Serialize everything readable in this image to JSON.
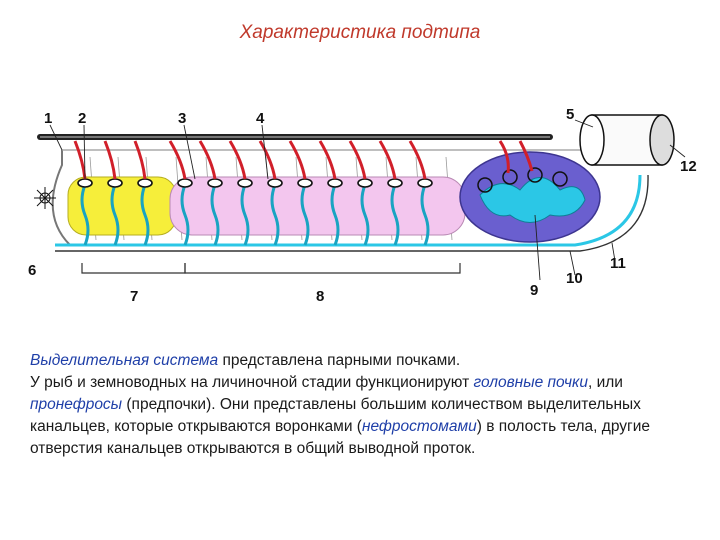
{
  "title": "Характеристика подтипа",
  "figure": {
    "labels": [
      "1",
      "2",
      "3",
      "4",
      "5",
      "6",
      "7",
      "8",
      "9",
      "10",
      "11",
      "12"
    ]
  },
  "text": {
    "p1_link": "Выделительная система",
    "p1_rest": " представлена парными почками.",
    "p2_a": "У рыб и земноводных на личиночной стадии функционируют ",
    "p2_link1": "головные почки",
    "p2_b": ", или ",
    "p2_link2": "пронефросы",
    "p2_c": " (предпочки). Они представлены большим количеством выделительных канальцев, которые открываются воронками (",
    "p2_link3": "нефростомами",
    "p2_d": ") в полость тела, другие отверстия канальцев открываются в общий выводной проток."
  },
  "colors": {
    "title": "#c0392b",
    "link": "#1f3fa8",
    "yellow_region": "#f6ee3a",
    "pink_region": "#f3c6ee",
    "purple_organ": "#6a5fcf",
    "cyan_tubules": "#2bc7e6",
    "red_funnels": "#d11f2a"
  }
}
